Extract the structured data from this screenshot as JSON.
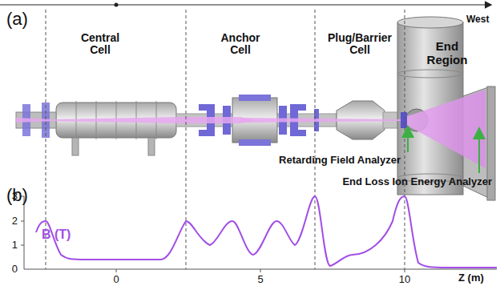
{
  "diagram": {
    "labels": [
      "(a)",
      "Central Cell",
      "Anchor Cell",
      "Plug/Barrier Cell",
      "End Region",
      "West",
      "Retarding Field Analyzer",
      "End Loss Ion Energy Analyzer",
      "(b)",
      "3",
      "2",
      "1",
      "0",
      "B (T)",
      "0",
      "5",
      "10",
      "Z (m)"
    ]
  }
}
